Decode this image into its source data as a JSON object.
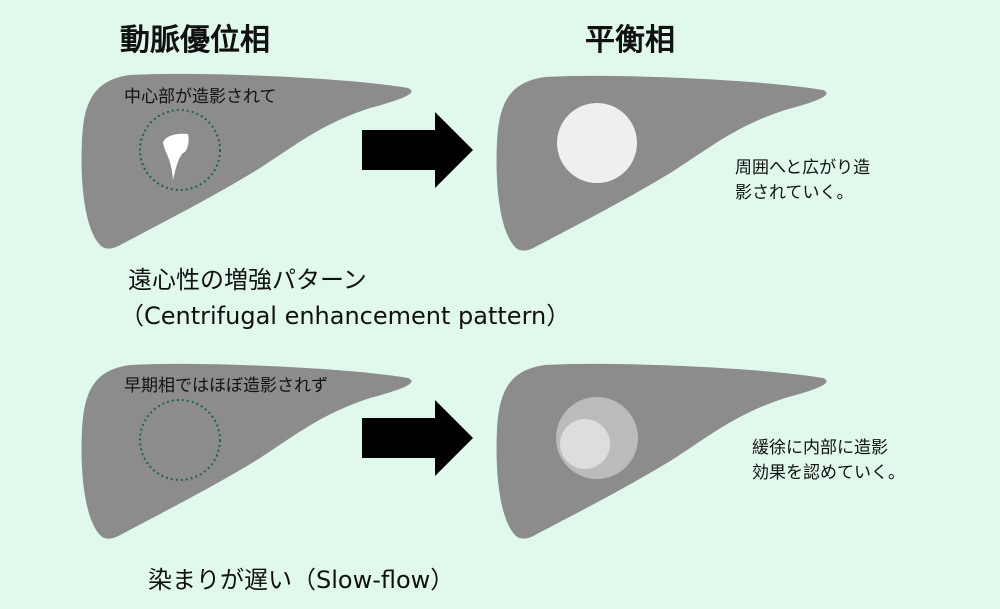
{
  "headers": {
    "arterial": "動脈優位相",
    "equilibrium": "平衡相"
  },
  "row1": {
    "arterial_note": "中心部が造影されて",
    "equilibrium_note_line1": "周囲へと広がり造",
    "equilibrium_note_line2": "影されていく。",
    "caption_line1": "遠心性の増強パターン",
    "caption_line2": "（Centrifugal enhancement pattern）"
  },
  "row2": {
    "arterial_note": "早期相ではほぼ造影されず",
    "equilibrium_note_line1": "緩徐に内部に造影",
    "equilibrium_note_line2": "効果を認めていく。",
    "caption": "染まりが遅い（Slow-flow）"
  },
  "colors": {
    "background": "#e1f9ec",
    "liver": "#8c8c8c",
    "dotted": "#1f5f55"
  }
}
